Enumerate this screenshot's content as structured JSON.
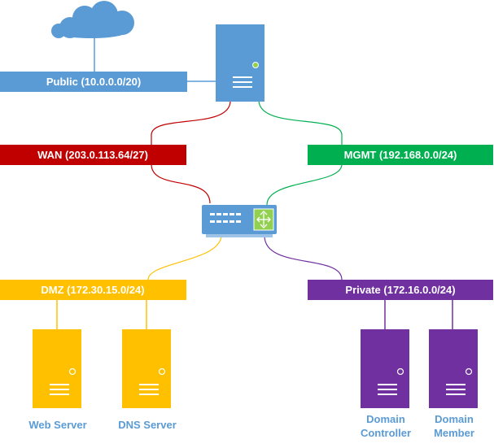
{
  "colors": {
    "public": "#5b9bd5",
    "wan": "#c00000",
    "mgmt": "#00b050",
    "dmz": "#ffc000",
    "private": "#7030a0",
    "cloud": "#5b9bd5",
    "server": "#5b9bd5",
    "switch": "#5b9bd5",
    "router_panel": "#92d050",
    "label_text": "#5b9bd5",
    "led": "#92d050"
  },
  "networks": {
    "public": "Public (10.0.0.0/20)",
    "wan": "WAN (203.0.113.64/27)",
    "mgmt": "MGMT (192.168.0.0/24)",
    "dmz": "DMZ (172.30.15.0/24)",
    "private": "Private (172.16.0.0/24)"
  },
  "devices": {
    "web_server": "Web Server",
    "dns_server": "DNS Server",
    "domain_controller": [
      "Domain",
      "Controller"
    ],
    "domain_member": [
      "Domain",
      "Member"
    ]
  },
  "icons": {
    "cloud": "cloud-icon",
    "firewall_server": "server-icon",
    "router_switch": "switch-icon"
  }
}
